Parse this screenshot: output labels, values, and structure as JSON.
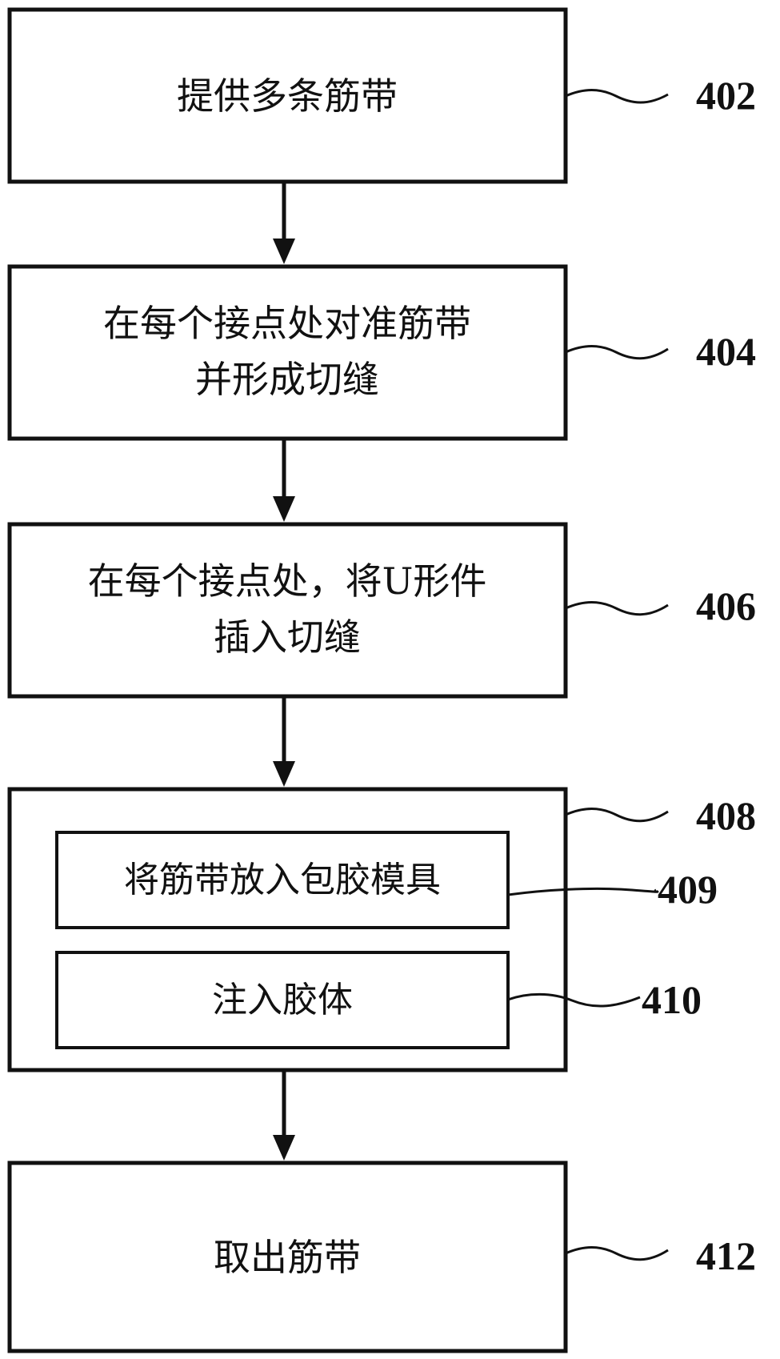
{
  "flowchart": {
    "steps": [
      {
        "ref": "402",
        "lines": [
          "提供多条筋带"
        ]
      },
      {
        "ref": "404",
        "lines": [
          "在每个接点处对准筋带",
          "并形成切缝"
        ]
      },
      {
        "ref": "406",
        "lines": [
          "在每个接点处，将U形件",
          "插入切缝"
        ]
      },
      {
        "ref": "408",
        "substeps": [
          {
            "ref": "409",
            "label": "将筋带放入包胶模具"
          },
          {
            "ref": "410",
            "label": "注入胶体"
          }
        ]
      },
      {
        "ref": "412",
        "lines": [
          "取出筋带"
        ]
      }
    ]
  }
}
